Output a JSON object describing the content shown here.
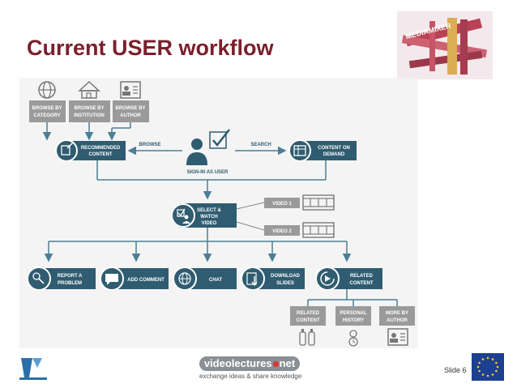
{
  "slide": {
    "title": "Current USER workflow",
    "slide_number": "Slide 6"
  },
  "logo": {
    "text": "MEDIAMIXER"
  },
  "footer": {
    "brand": "videolectures",
    "brand_suffix": "net",
    "tagline": "exchange ideas & share knowledge"
  },
  "colors": {
    "title": "#7a1f2b",
    "box": "#2f5c70",
    "gray_box": "#9a9a9a",
    "arrow": "#4a7f95"
  },
  "diagram": {
    "browse_options": [
      "BROWSE BY CATEGORY",
      "BROWSE BY INSTITUTION",
      "BROWSE BY AUTHOR"
    ],
    "recommended": "RECOMMENDED CONTENT",
    "browse_label": "BROWSE",
    "search_label": "SEARCH",
    "sign_in": "SIGN-IN AS USER",
    "content_on_demand": "CONTENT ON DEMAND",
    "select_watch": "SELECT & WATCH VIDEO",
    "videos": [
      "VIDEO 1",
      "VIDEO 2"
    ],
    "actions": [
      "REPORT A PROBLEM",
      "ADD COMMENT",
      "CHAT",
      "DOWNLOAD SLIDES",
      "RELATED CONTENT"
    ],
    "related": [
      "RELATED CONTENT",
      "PERSONAL HISTORY",
      "MORE BY AUTHOR"
    ]
  }
}
